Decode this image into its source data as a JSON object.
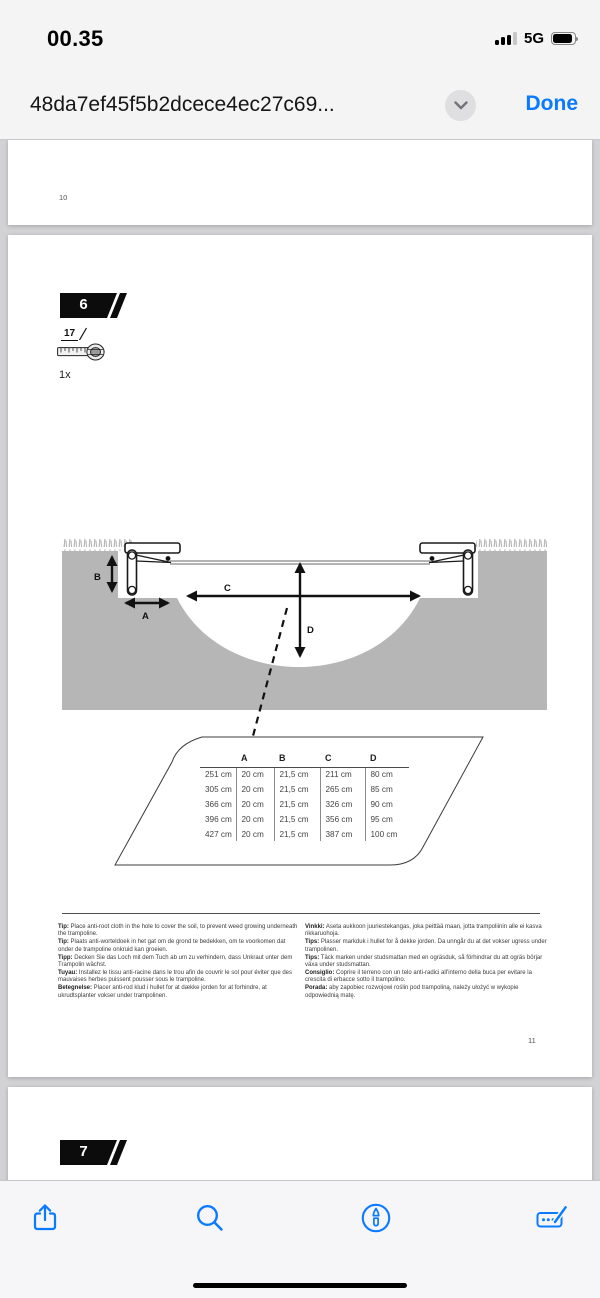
{
  "status_bar": {
    "time": "00.35",
    "network": "5G"
  },
  "nav_bar": {
    "title": "48da7ef45f5b2dcece4ec27c69...",
    "done_label": "Done"
  },
  "pages": {
    "page10": {
      "number": "10"
    },
    "page11": {
      "number": "11",
      "step_badge": "6",
      "part": {
        "ref": "17",
        "quantity": "1x",
        "icon": "measuring-tape-icon"
      },
      "diagram": {
        "labels": {
          "a": "A",
          "b": "B",
          "c": "C",
          "d": "D"
        },
        "soil_color": "#b6b6b6"
      },
      "table": {
        "headers": [
          "",
          "A",
          "B",
          "C",
          "D"
        ],
        "rows": [
          [
            "251 cm",
            "20 cm",
            "21,5 cm",
            "211 cm",
            "80 cm"
          ],
          [
            "305 cm",
            "20 cm",
            "21,5 cm",
            "265 cm",
            "85 cm"
          ],
          [
            "366 cm",
            "20 cm",
            "21,5 cm",
            "326 cm",
            "90 cm"
          ],
          [
            "396 cm",
            "20 cm",
            "21,5 cm",
            "356 cm",
            "95 cm"
          ],
          [
            "427 cm",
            "20 cm",
            "21,5 cm",
            "387 cm",
            "100 cm"
          ]
        ]
      },
      "tips_left": [
        {
          "label": "Tip:",
          "text": " Place anti-root cloth in the hole to cover the soil, to prevent weed growing underneath the trampoline."
        },
        {
          "label": "Tip:",
          "text": " Plaats anti-worteldoek in het gat om de grond te bedekken, om te voorkomen dat onder de trampoline onkruid kan groeien."
        },
        {
          "label": "Tipp:",
          "text": " Decken Sie das Loch mit dem Tuch ab um zu verhindern, dass Unkraut unter dem Trampolin wächst."
        },
        {
          "label": "Tuyau:",
          "text": " Installez le tissu anti-racine dans le trou afin de couvrir le sol pour éviter que des mauvaises herbes puissent pousser sous le trampoline."
        },
        {
          "label": "Betegnelse:",
          "text": " Placer anti-rod klud i hullet for at dække jorden for at forhindre, at ukrudtsplanter vokser under trampolinen."
        }
      ],
      "tips_right": [
        {
          "label": "Vinkki:",
          "text": " Aseta aukkoon juuriestekangas, joka peittää maan, jotta trampoliinin alle ei kasva rikkaruohoja."
        },
        {
          "label": "Tips:",
          "text": " Plasser markduk i hullet for å dekke jorden. Da unngår du at det vokser ugress under trampolinen."
        },
        {
          "label": "Tips:",
          "text": " Täck marken under studsmattan med en ogräsduk, så förhindrar du att ogräs börjar växa under studsmattan."
        },
        {
          "label": "Consiglio:",
          "text": " Coprire il terreno con un telo anti-radici all'interno della buca per evitare la crescita di erbacce sotto il trampolino."
        },
        {
          "label": "Porada:",
          "text": " aby zapobiec rozwojowi roślin pod trampoliną, należy ułożyć w wykopie odpowiednią matę."
        }
      ]
    },
    "page12": {
      "step_badge": "7"
    }
  },
  "toolbar": {
    "icons": [
      "share-icon",
      "search-icon",
      "markup-icon",
      "signature-icon"
    ]
  },
  "colors": {
    "accent": "#0a7aff",
    "viewer_background": "#d2d2d4",
    "page_background": "#ffffff",
    "badge_black": "#0c0c0c"
  }
}
